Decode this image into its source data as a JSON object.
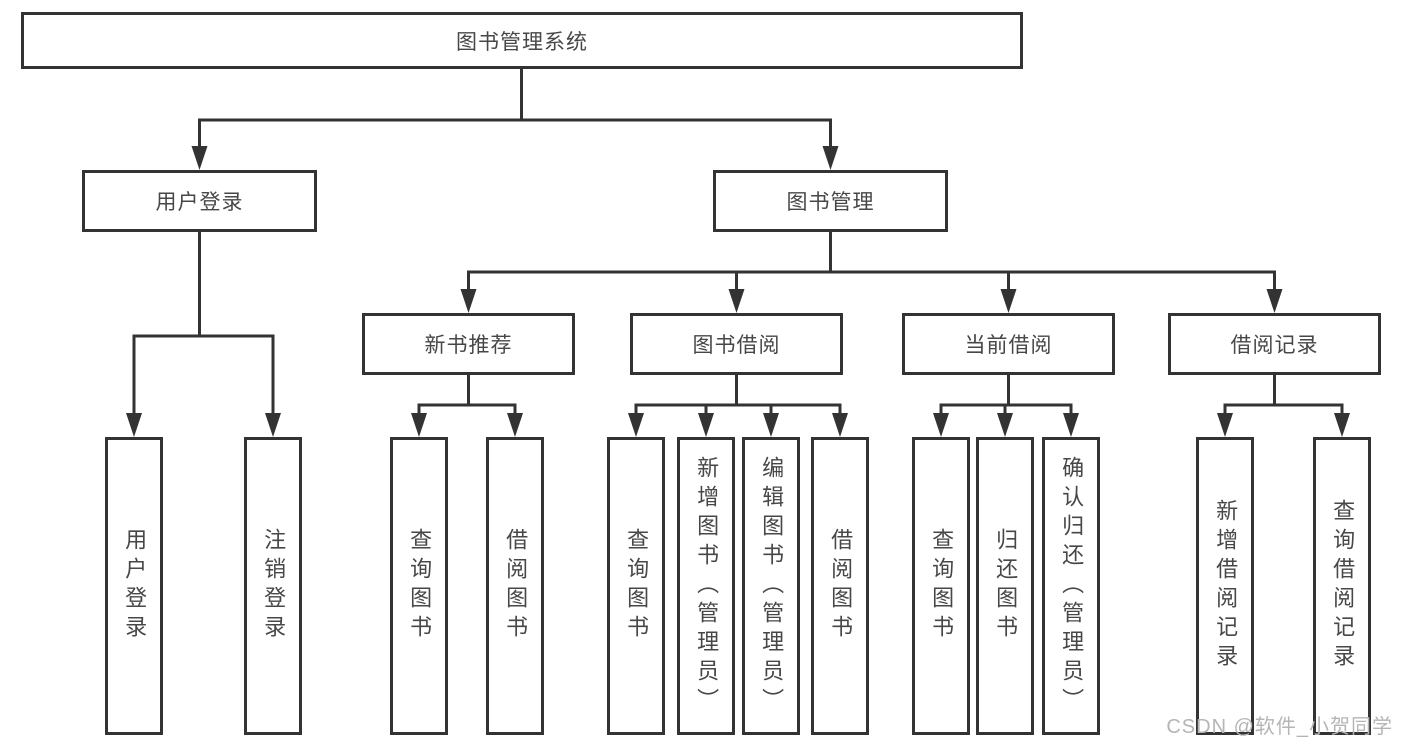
{
  "diagram": {
    "title": "图书管理系统",
    "branches": [
      {
        "label": "用户登录",
        "leaves": [
          "用户登录",
          "注销登录"
        ]
      },
      {
        "label": "图书管理",
        "groups": [
          {
            "label": "新书推荐",
            "leaves": [
              "查询图书",
              "借阅图书"
            ]
          },
          {
            "label": "图书借阅",
            "leaves": [
              "查询图书",
              "新增图书（管理员）",
              "编辑图书（管理员）",
              "借阅图书"
            ]
          },
          {
            "label": "当前借阅",
            "leaves": [
              "查询图书",
              "归还图书",
              "确认归还（管理员）"
            ]
          },
          {
            "label": "借阅记录",
            "leaves": [
              "新增借阅记录",
              "查询借阅记录"
            ]
          }
        ]
      }
    ]
  },
  "watermark": "CSDN @软件_小贺同学",
  "colors": {
    "line": "#333333",
    "text": "#474747",
    "box-bg": "#ffffff",
    "watermark": "#b5b5b5"
  }
}
